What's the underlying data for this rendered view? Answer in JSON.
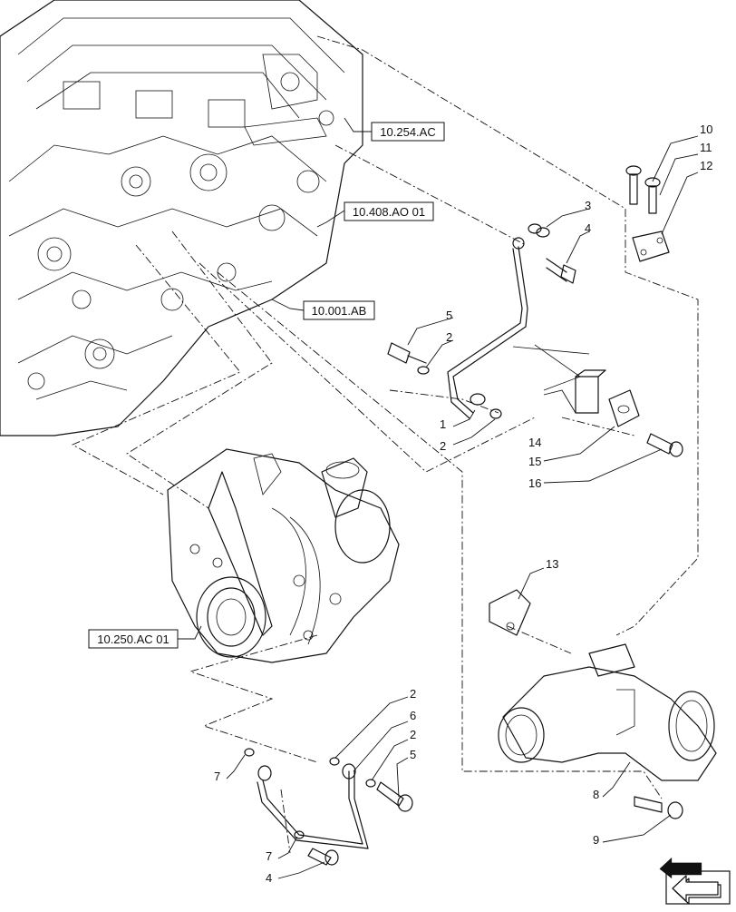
{
  "references": [
    {
      "id": "ref-10-254-ac",
      "text": "10.254.AC"
    },
    {
      "id": "ref-10-408-ao-01",
      "text": "10.408.AO 01"
    },
    {
      "id": "ref-10-001-ab",
      "text": "10.001.AB"
    },
    {
      "id": "ref-10-250-ac-01",
      "text": "10.250.AC 01"
    }
  ],
  "callouts": [
    {
      "id": "callout-10",
      "text": "10"
    },
    {
      "id": "callout-11",
      "text": "11"
    },
    {
      "id": "callout-12",
      "text": "12"
    },
    {
      "id": "callout-3",
      "text": "3"
    },
    {
      "id": "callout-4-top",
      "text": "4"
    },
    {
      "id": "callout-5-top",
      "text": "5"
    },
    {
      "id": "callout-2-a",
      "text": "2"
    },
    {
      "id": "callout-1",
      "text": "1"
    },
    {
      "id": "callout-2-b",
      "text": "2"
    },
    {
      "id": "callout-14",
      "text": "14"
    },
    {
      "id": "callout-15",
      "text": "15"
    },
    {
      "id": "callout-16",
      "text": "16"
    },
    {
      "id": "callout-13",
      "text": "13"
    },
    {
      "id": "callout-2-c",
      "text": "2"
    },
    {
      "id": "callout-6",
      "text": "6"
    },
    {
      "id": "callout-2-d",
      "text": "2"
    },
    {
      "id": "callout-5-bottom",
      "text": "5"
    },
    {
      "id": "callout-7-a",
      "text": "7"
    },
    {
      "id": "callout-7-b",
      "text": "7"
    },
    {
      "id": "callout-4-bottom",
      "text": "4"
    },
    {
      "id": "callout-8",
      "text": "8"
    },
    {
      "id": "callout-9",
      "text": "9"
    }
  ],
  "icons": {
    "navigation": "back-arrow-icon"
  }
}
